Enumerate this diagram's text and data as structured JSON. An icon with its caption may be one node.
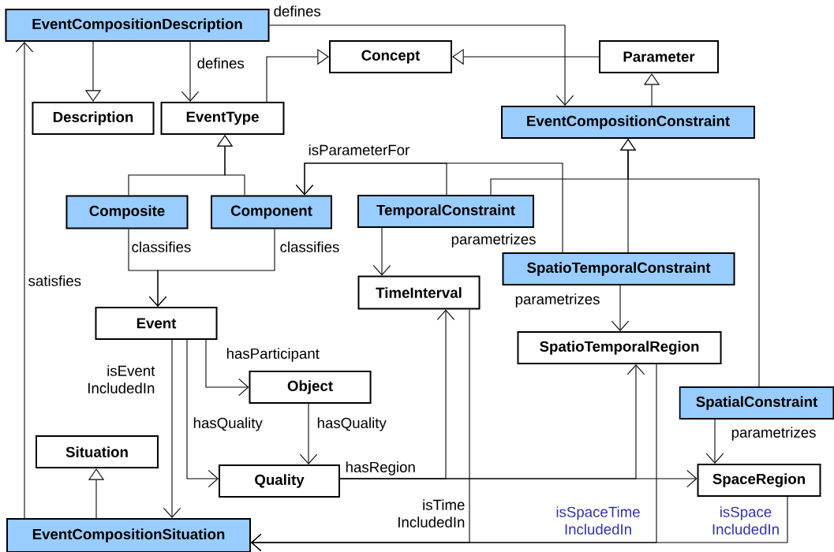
{
  "diagram": {
    "nodes": [
      {
        "text": [
          "EventCompositionDescription"
        ]
      },
      {
        "text": [
          "Concept"
        ]
      },
      {
        "text": [
          "Parameter"
        ]
      },
      {
        "text": [
          "Description"
        ]
      },
      {
        "text": [
          "EventType"
        ]
      },
      {
        "text": [
          "EventCompositionConstraint"
        ]
      },
      {
        "text": [
          "Composite"
        ]
      },
      {
        "text": [
          "Component"
        ]
      },
      {
        "text": [
          "TemporalConstraint"
        ]
      },
      {
        "text": [
          "SpatioTemporalConstraint"
        ]
      },
      {
        "text": [
          "TimeInterval"
        ]
      },
      {
        "text": [
          "Event"
        ]
      },
      {
        "text": [
          "SpatioTemporalRegion"
        ]
      },
      {
        "text": [
          "Object"
        ]
      },
      {
        "text": [
          "SpatialConstraint"
        ]
      },
      {
        "text": [
          "Situation"
        ]
      },
      {
        "text": [
          "Quality"
        ]
      },
      {
        "text": [
          "SpaceRegion"
        ]
      },
      {
        "text": [
          "EventCompositionSituation"
        ]
      }
    ],
    "edges": [
      {
        "from": 0,
        "to": 3,
        "arrow": "to"
      },
      {
        "from": 0,
        "to": 4,
        "arrow": "to",
        "label": "defines"
      },
      {
        "from": 0,
        "to": 5,
        "arrow": "to",
        "label": "defines"
      },
      {
        "from": 4,
        "to": 1,
        "arrow": "to"
      },
      {
        "from": 2,
        "to": 1,
        "arrow": "to"
      },
      {
        "from": 5,
        "to": 2,
        "arrow": "to"
      },
      {
        "from": 6,
        "to": 4,
        "arrow": "to"
      },
      {
        "from": 7,
        "to": 4,
        "arrow": "to"
      },
      {
        "from": 8,
        "to": 7,
        "arrow": "to",
        "label": "isParameterFor"
      },
      {
        "from": 9,
        "to": 7,
        "arrow": "to"
      },
      {
        "from": 8,
        "to": 5,
        "arrow": "to"
      },
      {
        "from": 9,
        "to": 5,
        "arrow": "to"
      },
      {
        "from": 14,
        "to": 5,
        "arrow": "to"
      },
      {
        "from": 8,
        "to": 10,
        "arrow": "to",
        "label": "parametrizes"
      },
      {
        "from": 9,
        "to": 12,
        "arrow": "to",
        "label": "parametrizes"
      },
      {
        "from": 14,
        "to": 17,
        "arrow": "to",
        "label": "parametrizes"
      },
      {
        "from": 6,
        "to": 11,
        "arrow": "to",
        "label": "classifies"
      },
      {
        "from": 7,
        "to": 11,
        "arrow": "to",
        "label": "classifies"
      },
      {
        "from": 11,
        "to": 18,
        "arrow": "to",
        "label": "isEvent IncludedIn"
      },
      {
        "from": 11,
        "to": 16,
        "arrow": "to",
        "label": "hasQuality"
      },
      {
        "from": 11,
        "to": 13,
        "arrow": "to",
        "label": "hasParticipant"
      },
      {
        "from": 13,
        "to": 16,
        "arrow": "to",
        "label": "hasQuality"
      },
      {
        "from": 16,
        "to": 10,
        "arrow": "to",
        "label": "hasRegion"
      },
      {
        "from": 16,
        "to": 12,
        "arrow": "to"
      },
      {
        "from": 16,
        "to": 17,
        "arrow": "to"
      },
      {
        "from": 10,
        "to": 18,
        "arrow": "to",
        "label": "isTime IncludedIn"
      },
      {
        "from": 12,
        "to": 18,
        "arrow": "to",
        "label": "isSpaceTime IncludedIn"
      },
      {
        "from": 17,
        "to": 18,
        "arrow": "to",
        "label": "isSpace IncludedIn"
      },
      {
        "from": 18,
        "to": 0,
        "arrow": "to",
        "label": "satisfies"
      },
      {
        "from": 18,
        "to": 15,
        "arrow": "to"
      }
    ]
  }
}
